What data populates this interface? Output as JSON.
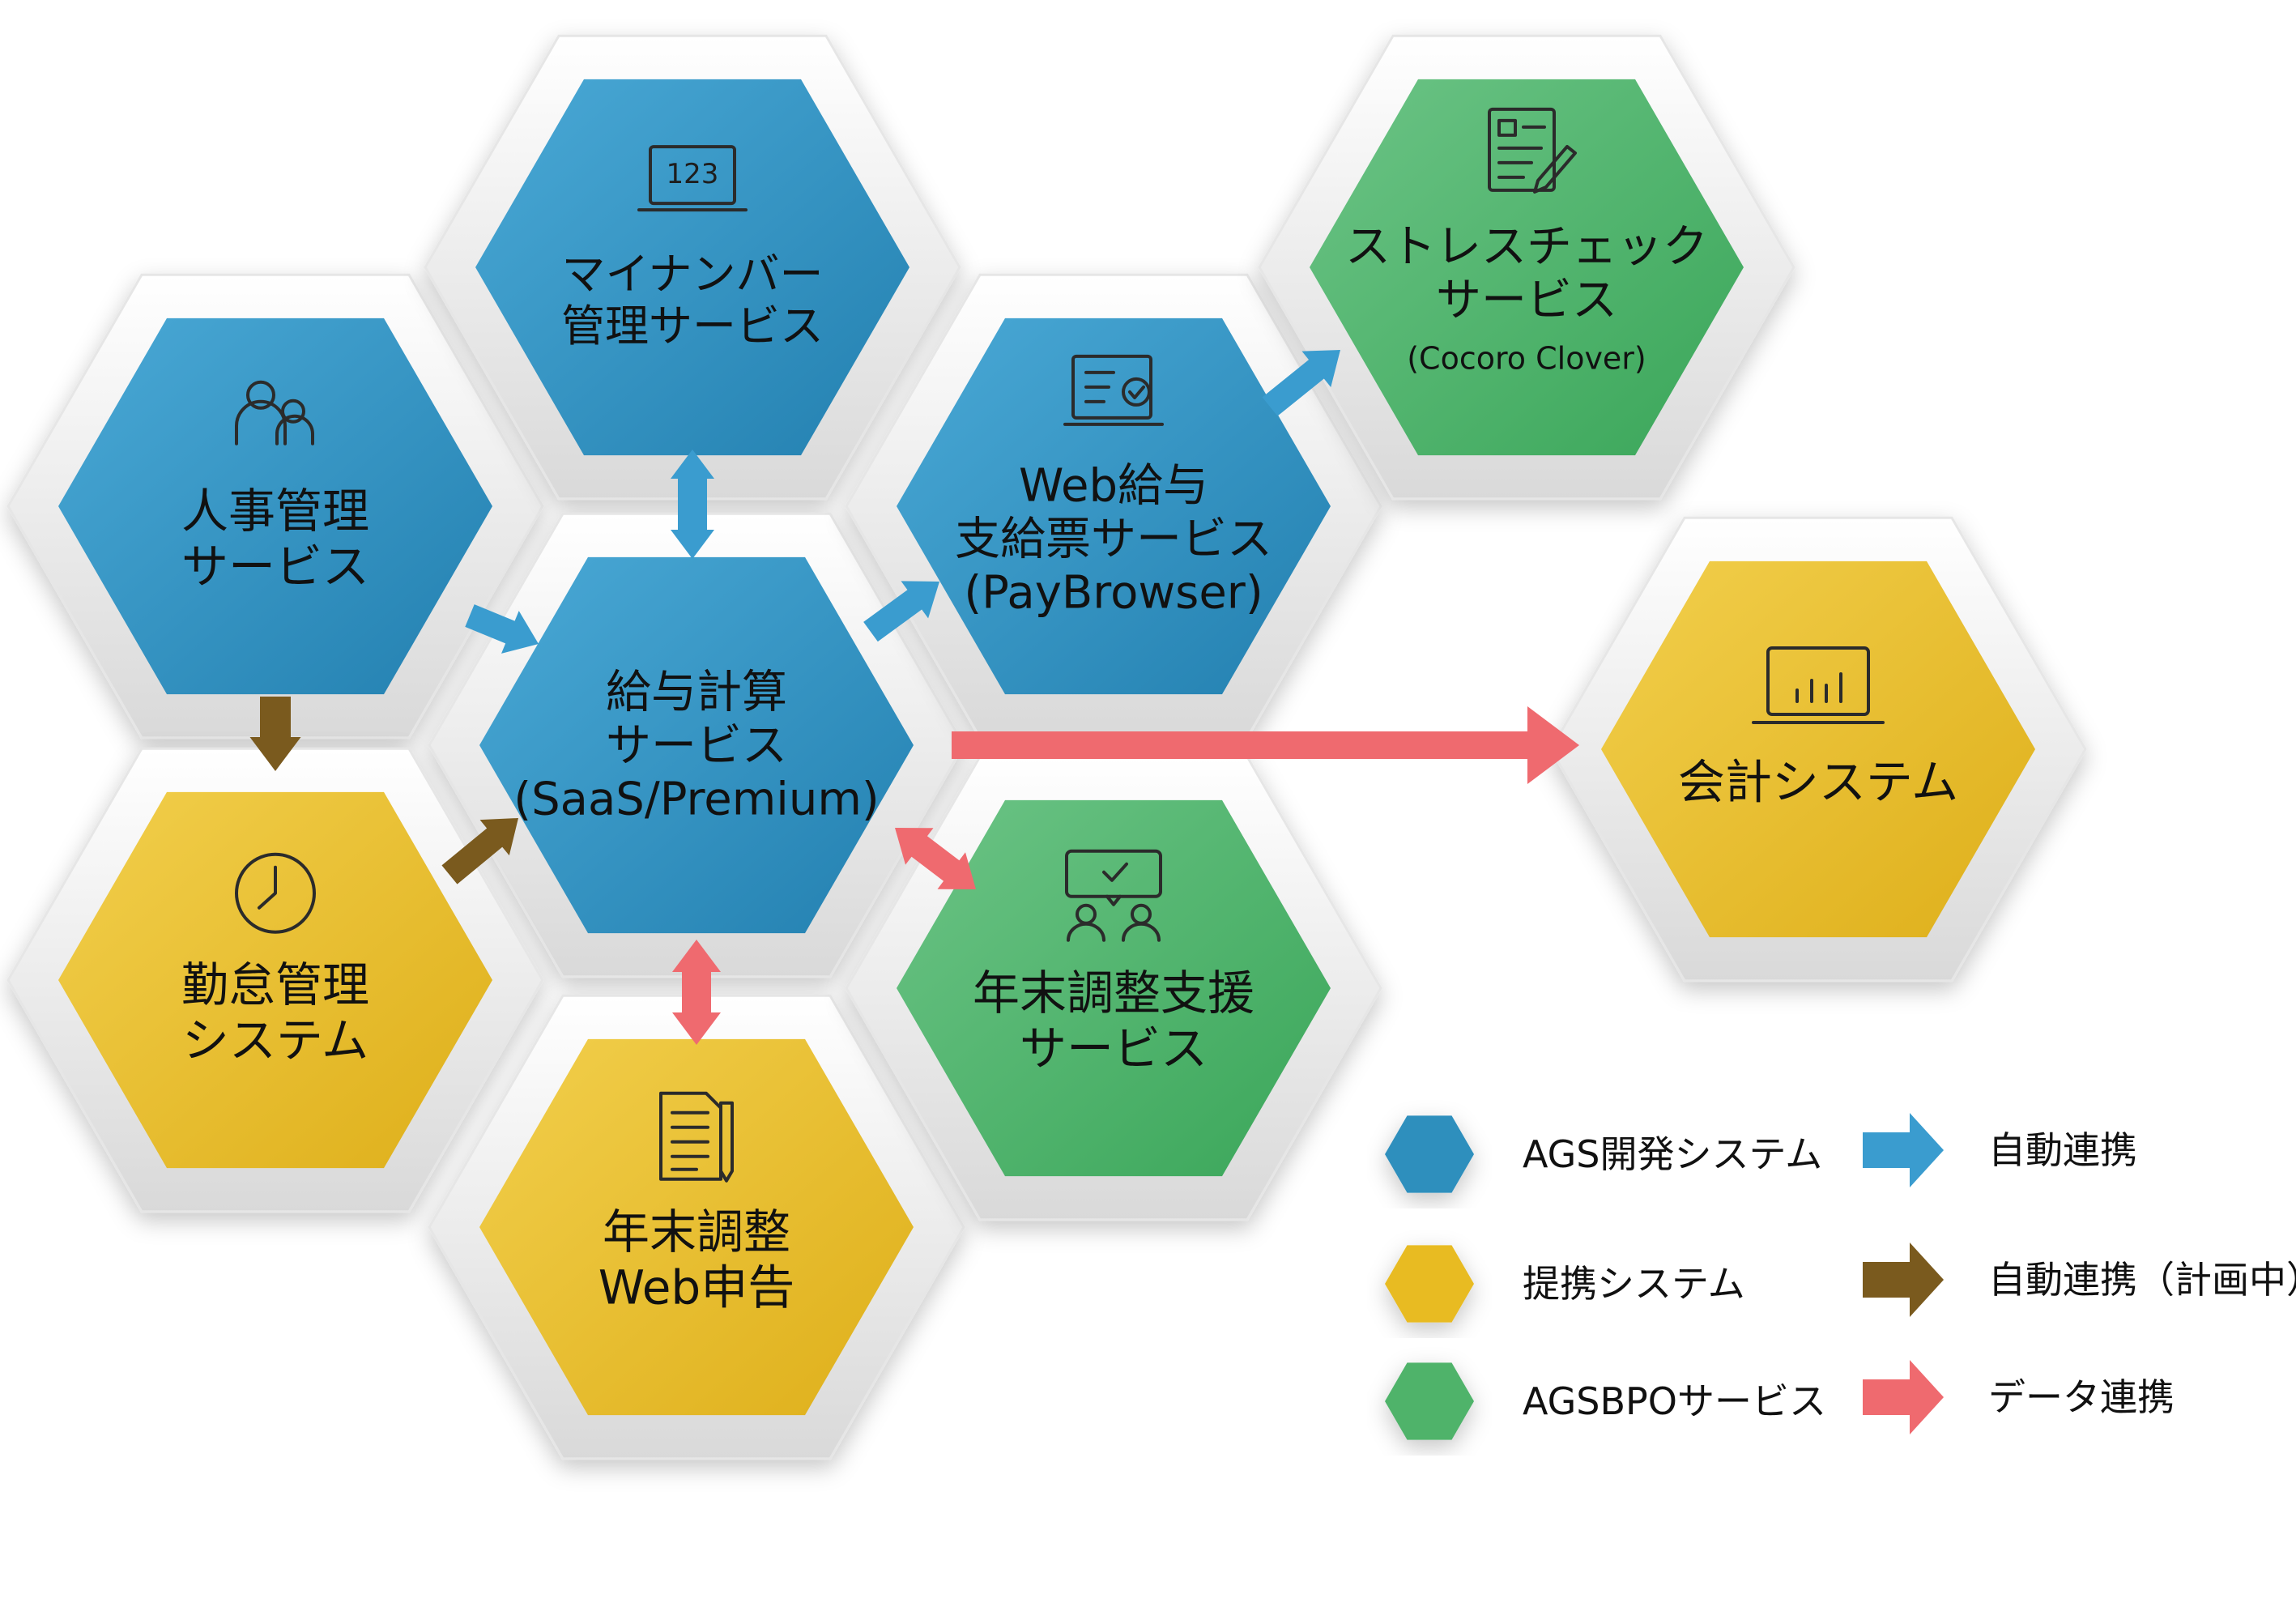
{
  "colors": {
    "ags_blue": "#2f8fbd",
    "partner_yellow": "#e8bb22",
    "bpo_green": "#4fb36a",
    "auto_link_blue": "#3a9ccf",
    "planned_link_brown": "#7a5a1e",
    "data_link_red": "#ef6a6f"
  },
  "nodes": [
    {
      "id": "hr",
      "lines": [
        "人事管理",
        "サービス"
      ],
      "icon": "people-icon",
      "category": "ags"
    },
    {
      "id": "mynumber",
      "lines": [
        "マイナンバー",
        "管理サービス"
      ],
      "icon": "laptop-123-icon",
      "icon_text": "123",
      "category": "ags"
    },
    {
      "id": "payroll",
      "lines": [
        "給与計算",
        "サービス",
        "(SaaS/Premium)"
      ],
      "icon": "",
      "category": "ags"
    },
    {
      "id": "webpay",
      "lines": [
        "Web給与",
        "支給票サービス",
        "(PayBrowser)"
      ],
      "icon": "document-check-icon",
      "category": "ags"
    },
    {
      "id": "stress",
      "lines": [
        "ストレスチェック",
        "サービス",
        "(Cocoro Clover)"
      ],
      "icon": "form-pen-icon",
      "category": "bpo"
    },
    {
      "id": "attendance",
      "lines": [
        "勤怠管理",
        "システム"
      ],
      "icon": "clock-icon",
      "category": "partner"
    },
    {
      "id": "yearend_web",
      "lines": [
        "年末調整",
        "Web申告"
      ],
      "icon": "document-pencil-icon",
      "category": "partner"
    },
    {
      "id": "yearend_support",
      "lines": [
        "年末調整支援",
        "サービス"
      ],
      "icon": "consultation-icon",
      "category": "bpo"
    },
    {
      "id": "accounting",
      "lines": [
        "会計システム"
      ],
      "icon": "laptop-chart-icon",
      "category": "partner"
    }
  ],
  "links": [
    {
      "from": "hr",
      "to": "payroll",
      "type": "auto"
    },
    {
      "from": "mynumber",
      "to": "payroll",
      "type": "auto",
      "bidirectional": true
    },
    {
      "from": "payroll",
      "to": "webpay",
      "type": "auto"
    },
    {
      "from": "webpay",
      "to": "stress",
      "type": "auto"
    },
    {
      "from": "hr",
      "to": "attendance",
      "type": "planned"
    },
    {
      "from": "attendance",
      "to": "payroll",
      "type": "planned"
    },
    {
      "from": "payroll",
      "to": "accounting",
      "type": "data"
    },
    {
      "from": "payroll",
      "to": "yearend_support",
      "type": "data",
      "bidirectional": true
    },
    {
      "from": "payroll",
      "to": "yearend_web",
      "type": "data",
      "bidirectional": true
    }
  ],
  "legend": {
    "categories": [
      {
        "label": "AGS開発システム",
        "color": "#2f8fbd"
      },
      {
        "label": "提携システム",
        "color": "#e8bb22"
      },
      {
        "label": "AGSBPOサービス",
        "color": "#4fb36a"
      }
    ],
    "arrows": [
      {
        "label": "自動連携",
        "color": "#3a9ccf"
      },
      {
        "label": "自動連携（計画中）",
        "color": "#7a5a1e"
      },
      {
        "label": "データ連携",
        "color": "#ef6a6f"
      }
    ]
  }
}
